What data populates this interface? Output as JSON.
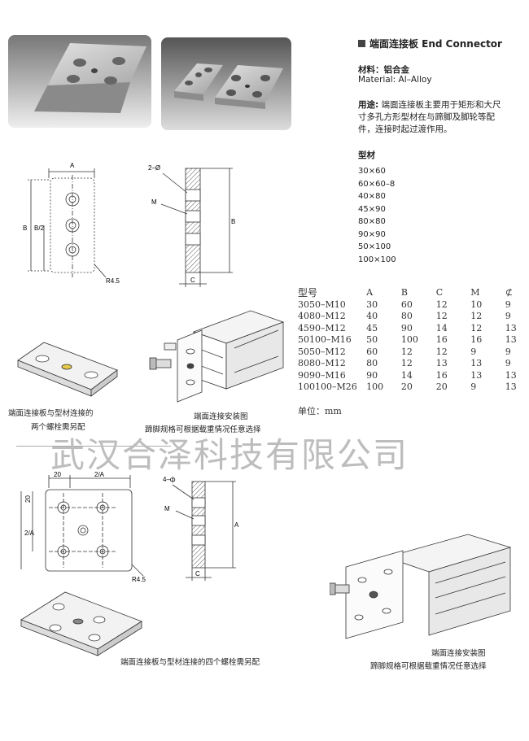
{
  "header": {
    "title": "端面连接板 End Connector"
  },
  "material": {
    "label": "材料：铝合金",
    "label_en": "Material: Al–Alloy"
  },
  "usage": {
    "label": "用途:",
    "text_line1": " 端面连接板主要用于矩形和大尺",
    "text_line2": "寸多孔方形型材在与蹄脚及脚轮等配",
    "text_line3": "件，连接时起过渡作用。"
  },
  "profiles": {
    "label": "型材",
    "items": [
      "30×60",
      "60×60–8",
      "40×80",
      "45×90",
      "80×80",
      "90×90",
      "50×100",
      "100×100"
    ]
  },
  "spec_table": {
    "headers": [
      "型号",
      "A",
      "B",
      "C",
      "M",
      "⊄"
    ],
    "rows": [
      [
        "3050–M10",
        "30",
        "60",
        "12",
        "10",
        "9"
      ],
      [
        "4080–M12",
        "40",
        "80",
        "12",
        "12",
        "9"
      ],
      [
        "4590–M12",
        "45",
        "90",
        "14",
        "12",
        "13"
      ],
      [
        "50100–M16",
        "50",
        "100",
        "16",
        "16",
        "13"
      ],
      [
        "5050–M12",
        "60",
        "12",
        "12",
        "9",
        "9"
      ],
      [
        "8080–M12",
        "80",
        "12",
        "13",
        "13",
        "9"
      ],
      [
        "9090–M16",
        "90",
        "14",
        "16",
        "13",
        "13"
      ],
      [
        "100100–M26",
        "100",
        "20",
        "20",
        "9",
        "13"
      ]
    ],
    "unit": "单位：mm"
  },
  "drawing1": {
    "a": "A",
    "b": "B",
    "b2": "B/2",
    "r": "R4.5",
    "dia": "2–Ø",
    "m": "M",
    "c": "C"
  },
  "drawing2": {
    "w20": "20",
    "w2a": "2/A",
    "h20": "20",
    "h2a": "2/A",
    "r": "R4.5",
    "dia": "4–ф",
    "m": "M",
    "a": "A",
    "c": "C"
  },
  "captions": {
    "plate2_line1": "端面连接板与型材连接的",
    "plate2_line2": "两个螺栓需另配",
    "install1_line1": "端面连接安装图",
    "install1_line2": "蹄脚规格可根据载重情况任意选择",
    "plate4": "端面连接板与型材连接的四个螺栓需另配",
    "install2_line1": "端面连接安装图",
    "install2_line2": "蹄脚规格可根据载重情况任意选择"
  },
  "watermark": "武汉合泽科技有限公司",
  "colors": {
    "photo_bg": "#4a4a4a",
    "metal": "#c9c9c9",
    "line": "#333333",
    "watermark": "#bdbdbd"
  }
}
